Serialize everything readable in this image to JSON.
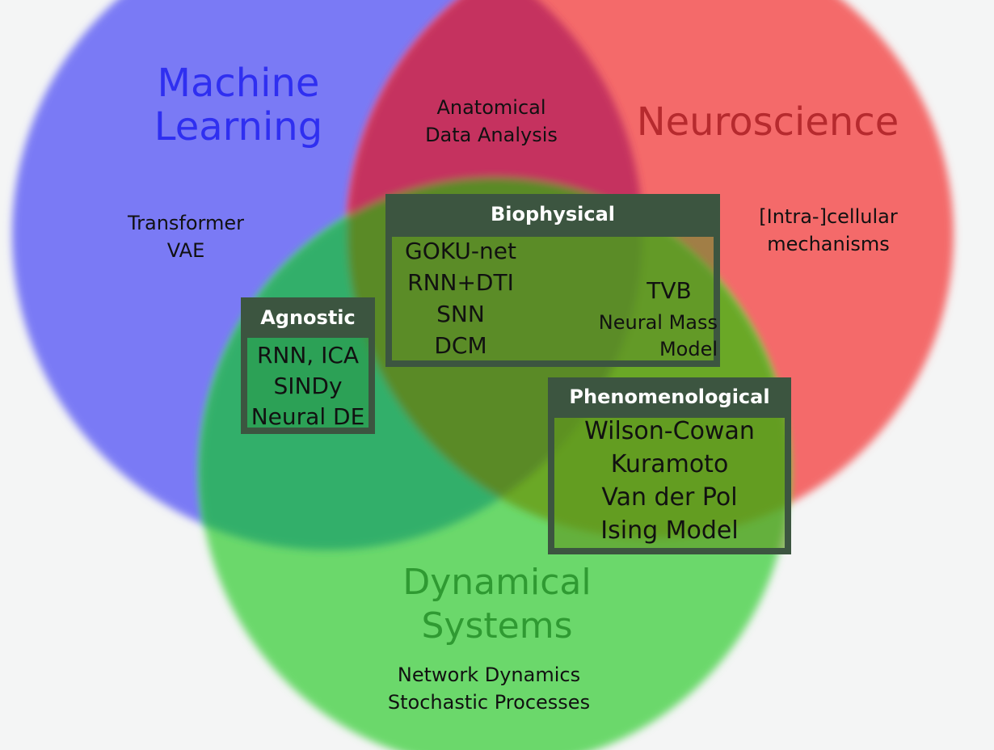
{
  "sets": {
    "machine_learning": {
      "title": "Machine\nLearning",
      "items": "Transformer\nVAE",
      "color": "#7a7af5"
    },
    "neuroscience": {
      "title": "Neuroscience",
      "items": "[Intra-]cellular\nmechanisms",
      "color": "#f36363"
    },
    "dynamical_systems": {
      "title": "Dynamical\nSystems",
      "items": "Network Dynamics\nStochastic Processes",
      "color": "#5fd65f"
    },
    "ml_neuro_overlap": {
      "items": "Anatomical\nData Analysis"
    }
  },
  "boxes": {
    "biophysical": {
      "label": "Biophysical",
      "left_items": "GOKU-net\nRNN+DTI\nSNN\nDCM",
      "right_item_1": "TVB",
      "right_item_2": "Neural Mass\nModel"
    },
    "agnostic": {
      "label": "Agnostic",
      "items": "RNN, ICA\nSINDy\nNeural DE"
    },
    "phenomenological": {
      "label": "Phenomenological",
      "items": "Wilson-Cowan\nKuramoto\nVan der Pol\nIsing Model"
    }
  }
}
